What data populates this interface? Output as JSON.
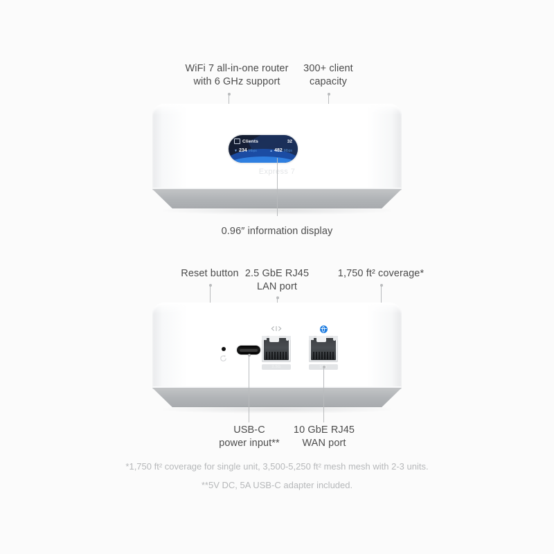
{
  "page": {
    "background": "#fbfbfb",
    "text_color": "#4b4b4b",
    "footnote_color": "#b6b8ba",
    "accent_blue": "#1f7de0"
  },
  "front_view": {
    "callouts": [
      {
        "id": "wifi7",
        "text": "WiFi 7 all-in-one router\nwith 6 GHz support"
      },
      {
        "id": "clients",
        "text": "300+ client\ncapacity"
      },
      {
        "id": "display",
        "text": "0.96″ information display"
      }
    ],
    "device_name": "Express 7",
    "display": {
      "icon": "monitor-icon",
      "label": "Clients",
      "client_count": "32",
      "down_arrow": "▼",
      "down_value": "234",
      "down_unit": "Mbps",
      "up_arrow": "▲",
      "up_value": "482",
      "up_unit": "Mbps"
    }
  },
  "rear_view": {
    "callouts": [
      {
        "id": "reset",
        "text": "Reset button"
      },
      {
        "id": "lan",
        "text": "2.5 GbE RJ45\nLAN port"
      },
      {
        "id": "coverage",
        "text": "1,750 ft² coverage*"
      },
      {
        "id": "usbc",
        "text": "USB-C\npower input**"
      },
      {
        "id": "wan",
        "text": "10 GbE RJ45\nWAN port"
      }
    ],
    "ports": {
      "lan": {
        "speed_label": "2.5G",
        "icon": "lan-arrows-icon"
      },
      "wan": {
        "speed_label": "10G",
        "icon": "globe-icon"
      }
    }
  },
  "footnotes": {
    "line1": "*1,750 ft² coverage for single unit, 3,500-5,250 ft² mesh mesh with 2-3 units.",
    "line2": "**5V DC, 5A USB-C adapter included."
  }
}
